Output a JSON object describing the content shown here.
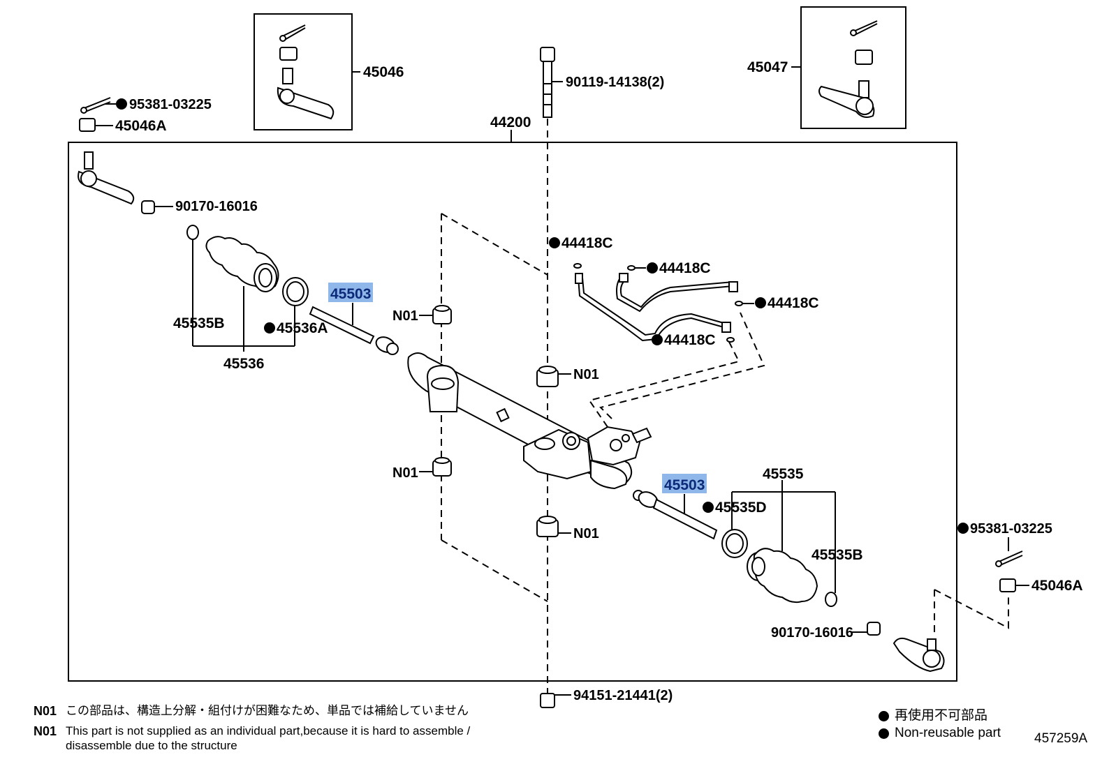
{
  "labels": {
    "top_45046": "45046",
    "top_45047": "45047",
    "bolt_top": "90119-14138(2)",
    "rack_assembly": "44200",
    "pin_left": "95381-03225",
    "nut_left": "45046A",
    "nut_left_inner": "90170-16016",
    "tie_rod_left": "45503",
    "boot_clamp_left": "45535B",
    "clamp_left": "45536A",
    "boot_left": "45536",
    "n01_a": "N01",
    "n01_b": "N01",
    "n01_c": "N01",
    "n01_d": "N01",
    "oring_1": "44418C",
    "oring_2": "44418C",
    "oring_3": "44418C",
    "oring_4": "44418C",
    "tie_rod_right": "45503",
    "boot_right": "45535",
    "clamp_right": "45535D",
    "boot_clamp_right": "45535B",
    "pin_right": "95381-03225",
    "nut_right": "45046A",
    "nut_right_inner": "90170-16016",
    "bolt_bottom": "94151-21441(2)"
  },
  "notes": [
    {
      "code": "N01",
      "text": "この部品は、構造上分解・組付けが困難なため、単品では補給していません"
    },
    {
      "code": "N01",
      "text": "This part is not supplied as an individual part,because it is hard to assemble / disassemble due to the structure"
    }
  ],
  "legend": {
    "jp": "再使用不可部品",
    "en": "Non-reusable part"
  },
  "illustration_number": "457259A",
  "highlight_color": "#8fb7ea"
}
